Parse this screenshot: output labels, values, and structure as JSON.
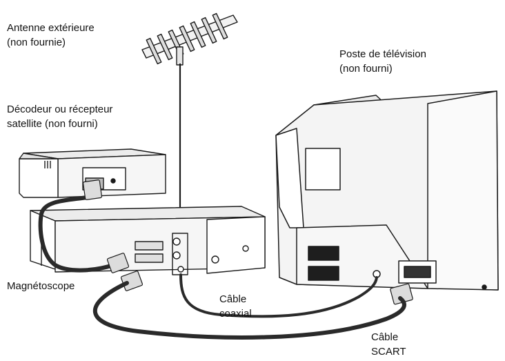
{
  "labels": {
    "antenna_line1": "Antenne extérieure",
    "antenna_line2": "(non fournie)",
    "tv_line1": "Poste de télévision",
    "tv_line2": "(non fourni)",
    "decoder_line1": "Décodeur ou récepteur",
    "decoder_line2": "satellite (non fourni)",
    "vcr": "Magnétoscope",
    "coax_line1": "Câble",
    "coax_line2": "coaxial",
    "scart_line1": "Câble",
    "scart_line2": "SCART"
  },
  "colors": {
    "line": "#1a1a1a",
    "device_fill": "#f4f4f4",
    "shadow": "#d8d8d8",
    "cable": "#2a2a2a"
  }
}
